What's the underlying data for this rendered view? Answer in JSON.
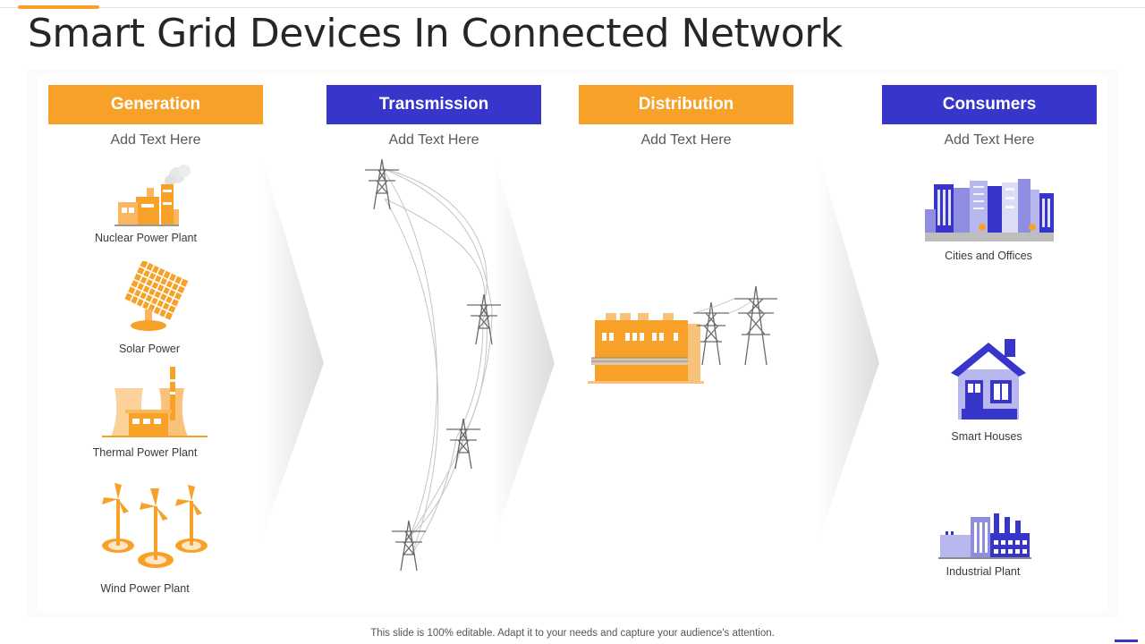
{
  "title": "Smart Grid Devices In Connected Network",
  "columns": [
    {
      "header": "Generation",
      "subtext": "Add Text Here",
      "color": "#F7A128"
    },
    {
      "header": "Transmission",
      "subtext": "Add Text Here",
      "color": "#3835CB"
    },
    {
      "header": "Distribution",
      "subtext": "Add Text Here",
      "color": "#F7A128"
    },
    {
      "header": "Consumers",
      "subtext": "Add Text Here",
      "color": "#3835CB"
    }
  ],
  "generation_items": [
    "Nuclear Power Plant",
    "Solar Power",
    "Thermal Power Plant",
    "Wind Power Plant"
  ],
  "consumer_items": [
    "Cities and Offices",
    "Smart Houses",
    "Industrial Plant"
  ],
  "footer": "This slide is 100% editable. Adapt it to your needs and capture your audience's attention.",
  "icons": {
    "nuclear": "nuclear-plant-icon",
    "solar": "solar-panel-icon",
    "thermal": "thermal-plant-icon",
    "wind": "wind-turbine-icon",
    "transmission": "transmission-tower-icon",
    "substation": "substation-icon",
    "city": "city-buildings-icon",
    "house": "house-icon",
    "industry": "factory-icon"
  },
  "colors": {
    "accent_orange": "#F7A128",
    "accent_blue": "#3835CB"
  }
}
